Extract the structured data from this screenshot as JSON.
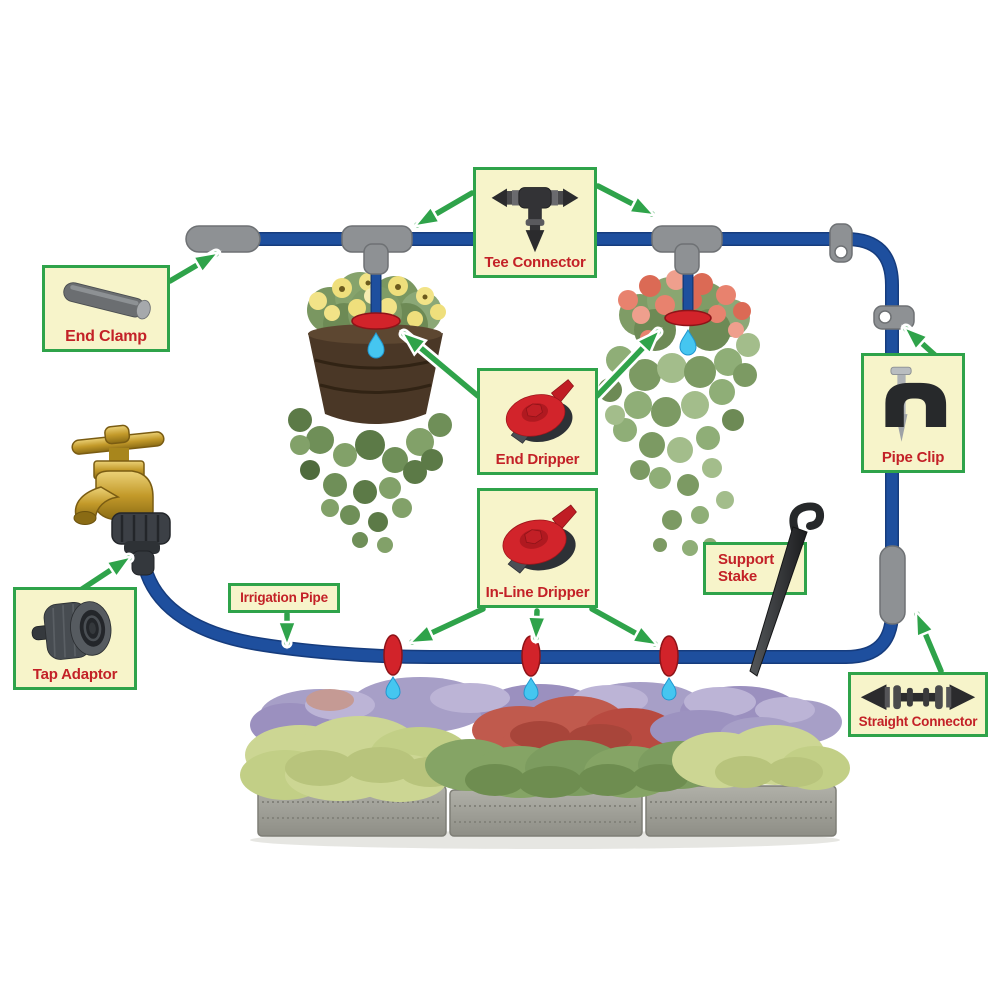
{
  "diagram_type": "drip-irrigation-system-parts-diagram",
  "colors": {
    "label_box_bg": "#f7f4ca",
    "label_border_green": "#2fa34a",
    "label_text_red": "#c32127",
    "pipe_blue": "#1e4f9e",
    "pipe_blue_dark": "#163c7d",
    "fitting_gray": "#8e9194",
    "dripper_red": "#d2232a",
    "water_drop_cyan": "#45c6f0",
    "arrow_green": "#2fa34a",
    "tap_brass": "#c9a133",
    "stake_black": "#26282a"
  },
  "components": {
    "tee_connector": {
      "label": "Tee Connector",
      "icon": "tee-connector-icon"
    },
    "end_clamp": {
      "label": "End Clamp",
      "icon": "end-clamp-icon"
    },
    "end_dripper": {
      "label": "End Dripper",
      "icon": "end-dripper-icon"
    },
    "pipe_clip": {
      "label": "Pipe Clip",
      "icon": "pipe-clip-icon"
    },
    "in_line_dripper": {
      "label": "In-Line Dripper",
      "icon": "in-line-dripper-icon"
    },
    "support_stake": {
      "label": "Support Stake"
    },
    "irrigation_pipe": {
      "label": "Irrigation Pipe"
    },
    "tap_adaptor": {
      "label": "Tap Adaptor",
      "icon": "tap-adaptor-icon"
    },
    "straight_connector": {
      "label": "Straight Connector",
      "icon": "straight-connector-icon"
    }
  }
}
